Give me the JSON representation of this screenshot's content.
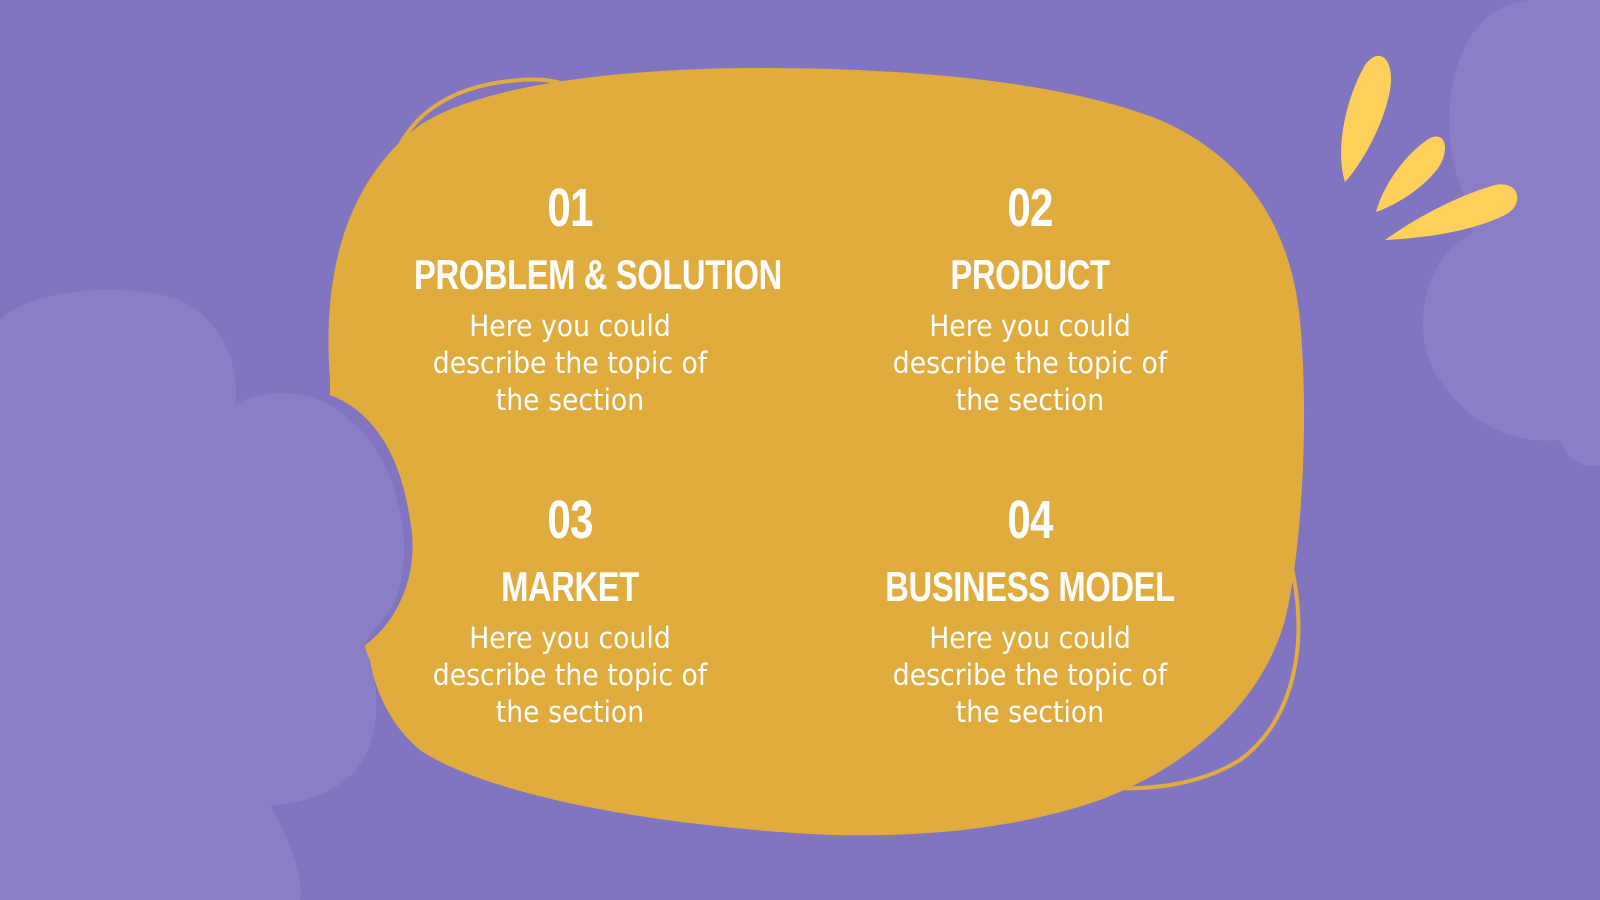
{
  "colors": {
    "background": "#8175c1",
    "blob": "#e0ac3e",
    "cloud": "#8a7fc6",
    "accent_leaves": "#fdd159",
    "text": "#ffffff"
  },
  "sections": [
    {
      "number": "01",
      "title": "PROBLEM & SOLUTION",
      "description": "Here you could describe the topic of the section"
    },
    {
      "number": "02",
      "title": "PRODUCT",
      "description": "Here you could describe the topic of the section"
    },
    {
      "number": "03",
      "title": "MARKET",
      "description": "Here you could describe the topic of the section"
    },
    {
      "number": "04",
      "title": "BUSINESS MODEL",
      "description": "Here you could describe the topic of the section"
    }
  ]
}
